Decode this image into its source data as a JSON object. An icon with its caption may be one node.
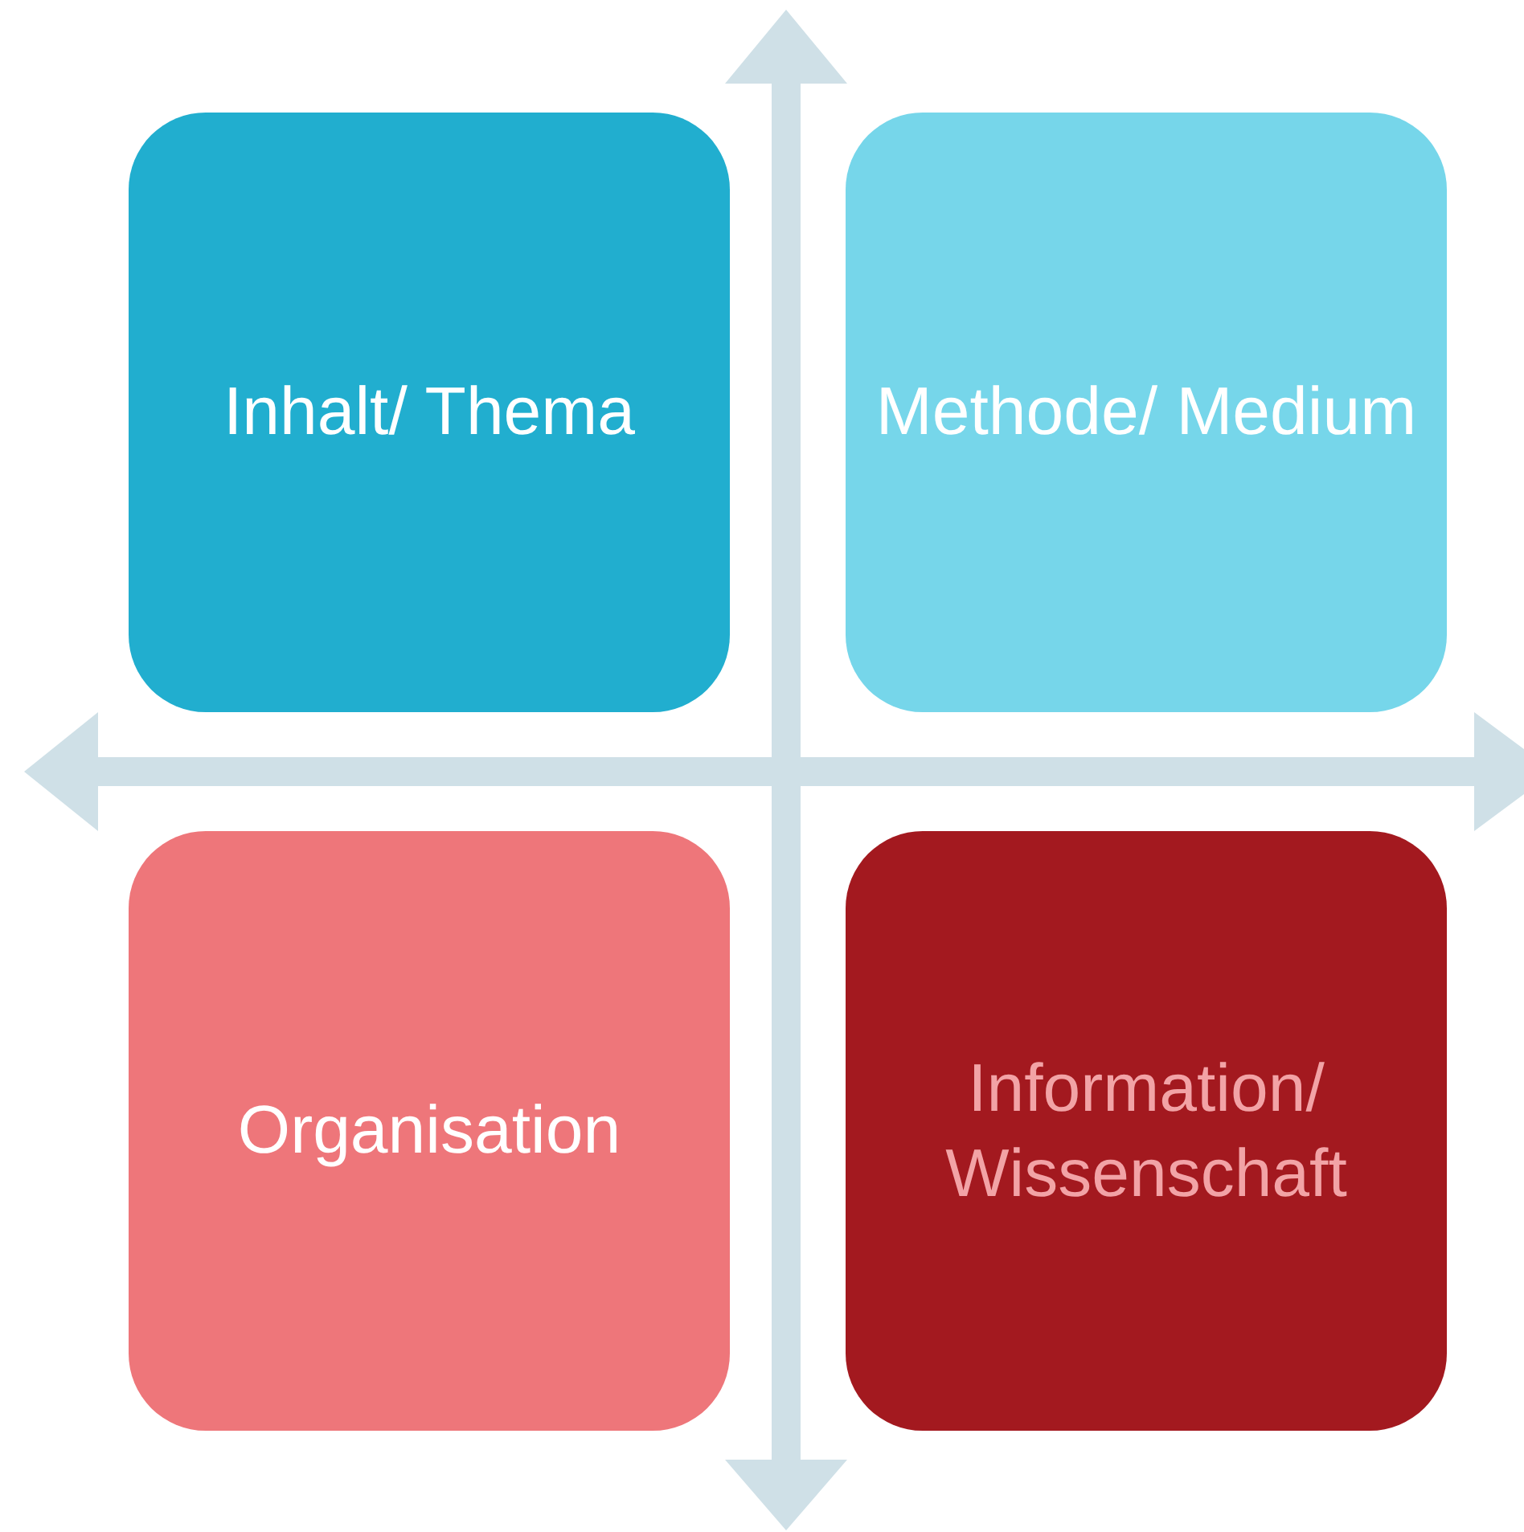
{
  "diagram": {
    "nodes": [
      {
        "text": [
          "Inhalt/ Thema"
        ]
      },
      {
        "text": [
          "Methode/ Medium"
        ]
      },
      {
        "text": [
          "Organisation"
        ]
      },
      {
        "text": [
          "Information/ Wissenschaft"
        ]
      }
    ]
  }
}
